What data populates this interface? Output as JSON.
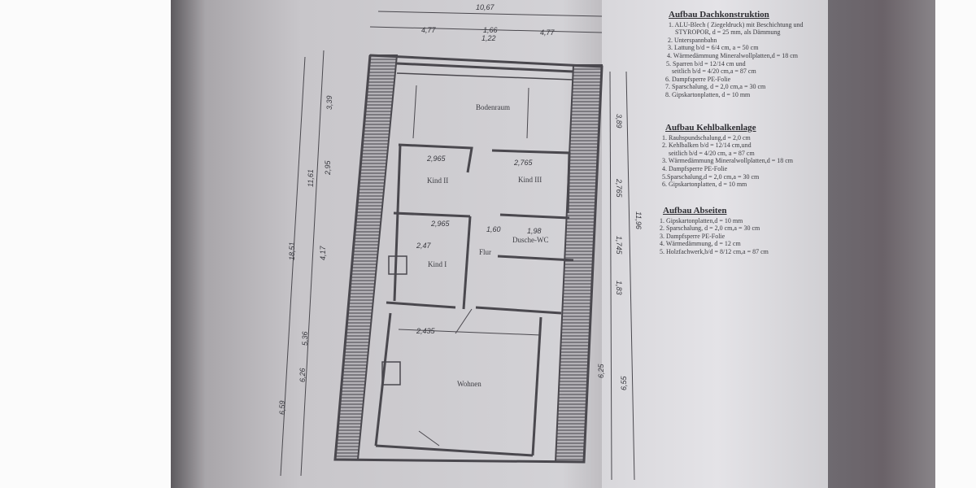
{
  "plan": {
    "rooms": {
      "bodenraum": "Bodenraum",
      "kind2": "Kind II",
      "kind3": "Kind III",
      "kind1": "Kind I",
      "flur": "Flur",
      "dusche": "Dusche-WC",
      "wohnen": "Wohnen"
    },
    "dimensions": {
      "top_total": "10,67",
      "top_left": "4,77",
      "top_mid_a": "1,66",
      "top_mid_b": "1,22",
      "top_right": "4,77",
      "left_total": "18,51",
      "left_a": "11,61",
      "left_b": "3,39",
      "left_c": "2,95",
      "left_d": "4,17",
      "left_e": "5,36",
      "left_f": "6,59",
      "left_g": "6,26",
      "right_total": "11,96",
      "right_a": "3,89",
      "right_b": "2,765",
      "right_c": "1,745",
      "right_d": "1,83",
      "right_e": "6,25",
      "right_f": "6,55",
      "kind2_w": "2,965",
      "kind3_w": "2,765",
      "kind1_top": "2,965",
      "kind1_w": "2,47",
      "flur_w": "1,60",
      "dusche_w": "1,98",
      "wohnen_w": "2,435"
    }
  },
  "specs": {
    "dach": {
      "title": "Aufbau Dachkonstruktion",
      "items": [
        "1. ALU-Blech ( Ziegeldruck) mit Beschichtung und",
        "STYROPOR, d = 25 mm, als Dämmung",
        "2. Unterspannbahn",
        "3. Lattung b/d = 6/4 cm, a = 50 cm",
        "4. Wärmedämmung Mineralwollplatten,d = 18 cm",
        "5. Sparren b/d = 12/14 cm und",
        "seitlich b/d = 4/20 cm,a = 87 cm",
        "6. Dampfsperre PE-Folie",
        "7. Sparschalung, d = 2,0 cm,a = 30 cm",
        "8. Gipskartonplatten, d = 10 mm"
      ]
    },
    "kehlbalken": {
      "title": "Aufbau Kehlbalkenlage",
      "items": [
        "1. Rauhspundschalung,d = 2,0 cm",
        "2. Kehlbalken b/d = 12/14 cm,und",
        "seitlich b/d = 4/20 cm, a = 87 cm",
        "3. Wärmedämmung Mineralwollplatten,d = 18 cm",
        "4. Dampfsperre PE-Folie",
        "5.Sparschalung,d = 2,0 cm,a = 30 cm",
        "6. Gipskartonplatten, d = 10 mm"
      ]
    },
    "abseiten": {
      "title": "Aufbau Abseiten",
      "items": [
        "1. Gipskartonplatten,d = 10 mm",
        "2. Sparschalung, d = 2,0 cm,a = 30 cm",
        "3. Dampfsperre PE-Folie",
        "4. Wärmedämmung, d = 12 cm",
        "5. Holzfachwerk,b/d = 8/12 cm,a = 87 cm"
      ]
    }
  }
}
